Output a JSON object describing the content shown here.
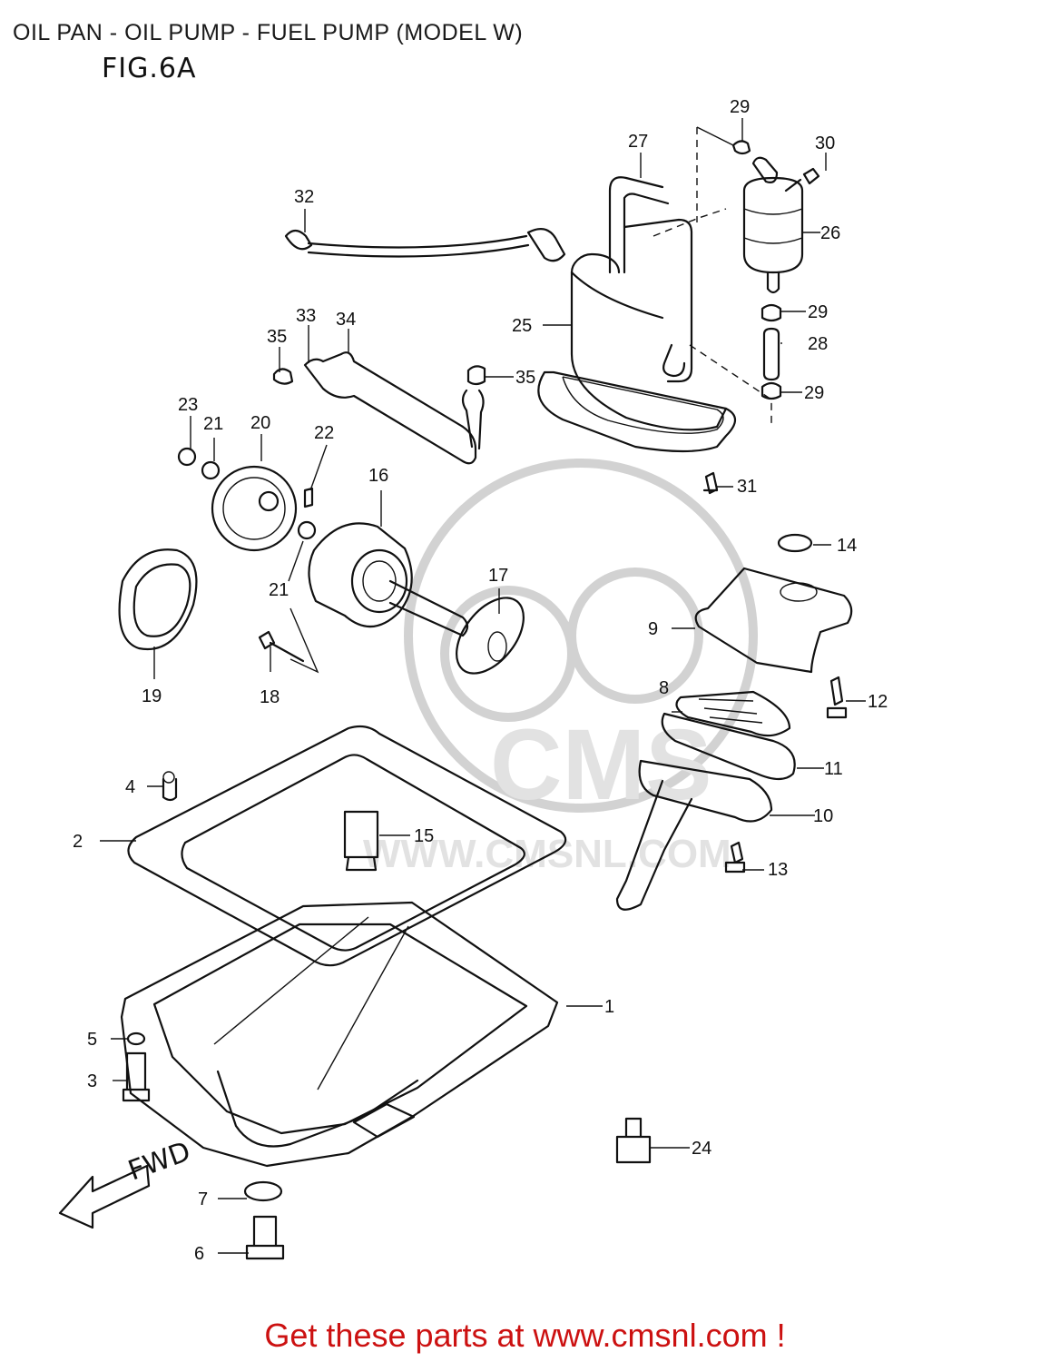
{
  "header": {
    "title": "OIL PAN - OIL PUMP - FUEL PUMP (MODEL W)",
    "figure": "FIG.6A"
  },
  "watermark": {
    "text": "CMS",
    "url": "WWW.CMSNL.COM"
  },
  "fwd_label": "FWD",
  "callouts": [
    {
      "key": "c1",
      "num": "1"
    },
    {
      "key": "c2",
      "num": "2"
    },
    {
      "key": "c3",
      "num": "3"
    },
    {
      "key": "c4",
      "num": "4"
    },
    {
      "key": "c5",
      "num": "5"
    },
    {
      "key": "c6",
      "num": "6"
    },
    {
      "key": "c7",
      "num": "7"
    },
    {
      "key": "c8",
      "num": "8"
    },
    {
      "key": "c9",
      "num": "9"
    },
    {
      "key": "c10",
      "num": "10"
    },
    {
      "key": "c11",
      "num": "11"
    },
    {
      "key": "c12",
      "num": "12"
    },
    {
      "key": "c13",
      "num": "13"
    },
    {
      "key": "c14",
      "num": "14"
    },
    {
      "key": "c15",
      "num": "15"
    },
    {
      "key": "c16",
      "num": "16"
    },
    {
      "key": "c17",
      "num": "17"
    },
    {
      "key": "c18",
      "num": "18"
    },
    {
      "key": "c19",
      "num": "19"
    },
    {
      "key": "c20",
      "num": "20"
    },
    {
      "key": "c21a",
      "num": "21"
    },
    {
      "key": "c21b",
      "num": "21"
    },
    {
      "key": "c22",
      "num": "22"
    },
    {
      "key": "c23",
      "num": "23"
    },
    {
      "key": "c24",
      "num": "24"
    },
    {
      "key": "c25",
      "num": "25"
    },
    {
      "key": "c26",
      "num": "26"
    },
    {
      "key": "c27",
      "num": "27"
    },
    {
      "key": "c28",
      "num": "28"
    },
    {
      "key": "c29a",
      "num": "29"
    },
    {
      "key": "c29b",
      "num": "29"
    },
    {
      "key": "c29c",
      "num": "29"
    },
    {
      "key": "c30",
      "num": "30"
    },
    {
      "key": "c31",
      "num": "31"
    },
    {
      "key": "c32",
      "num": "32"
    },
    {
      "key": "c33",
      "num": "33"
    },
    {
      "key": "c34",
      "num": "34"
    },
    {
      "key": "c35a",
      "num": "35"
    },
    {
      "key": "c35b",
      "num": "35"
    }
  ],
  "footer": {
    "text": "Get these parts at www.cmsnl.com !"
  },
  "colors": {
    "ink": "#111111",
    "footer": "#cc1111",
    "watermark": "#d2d2d2"
  }
}
